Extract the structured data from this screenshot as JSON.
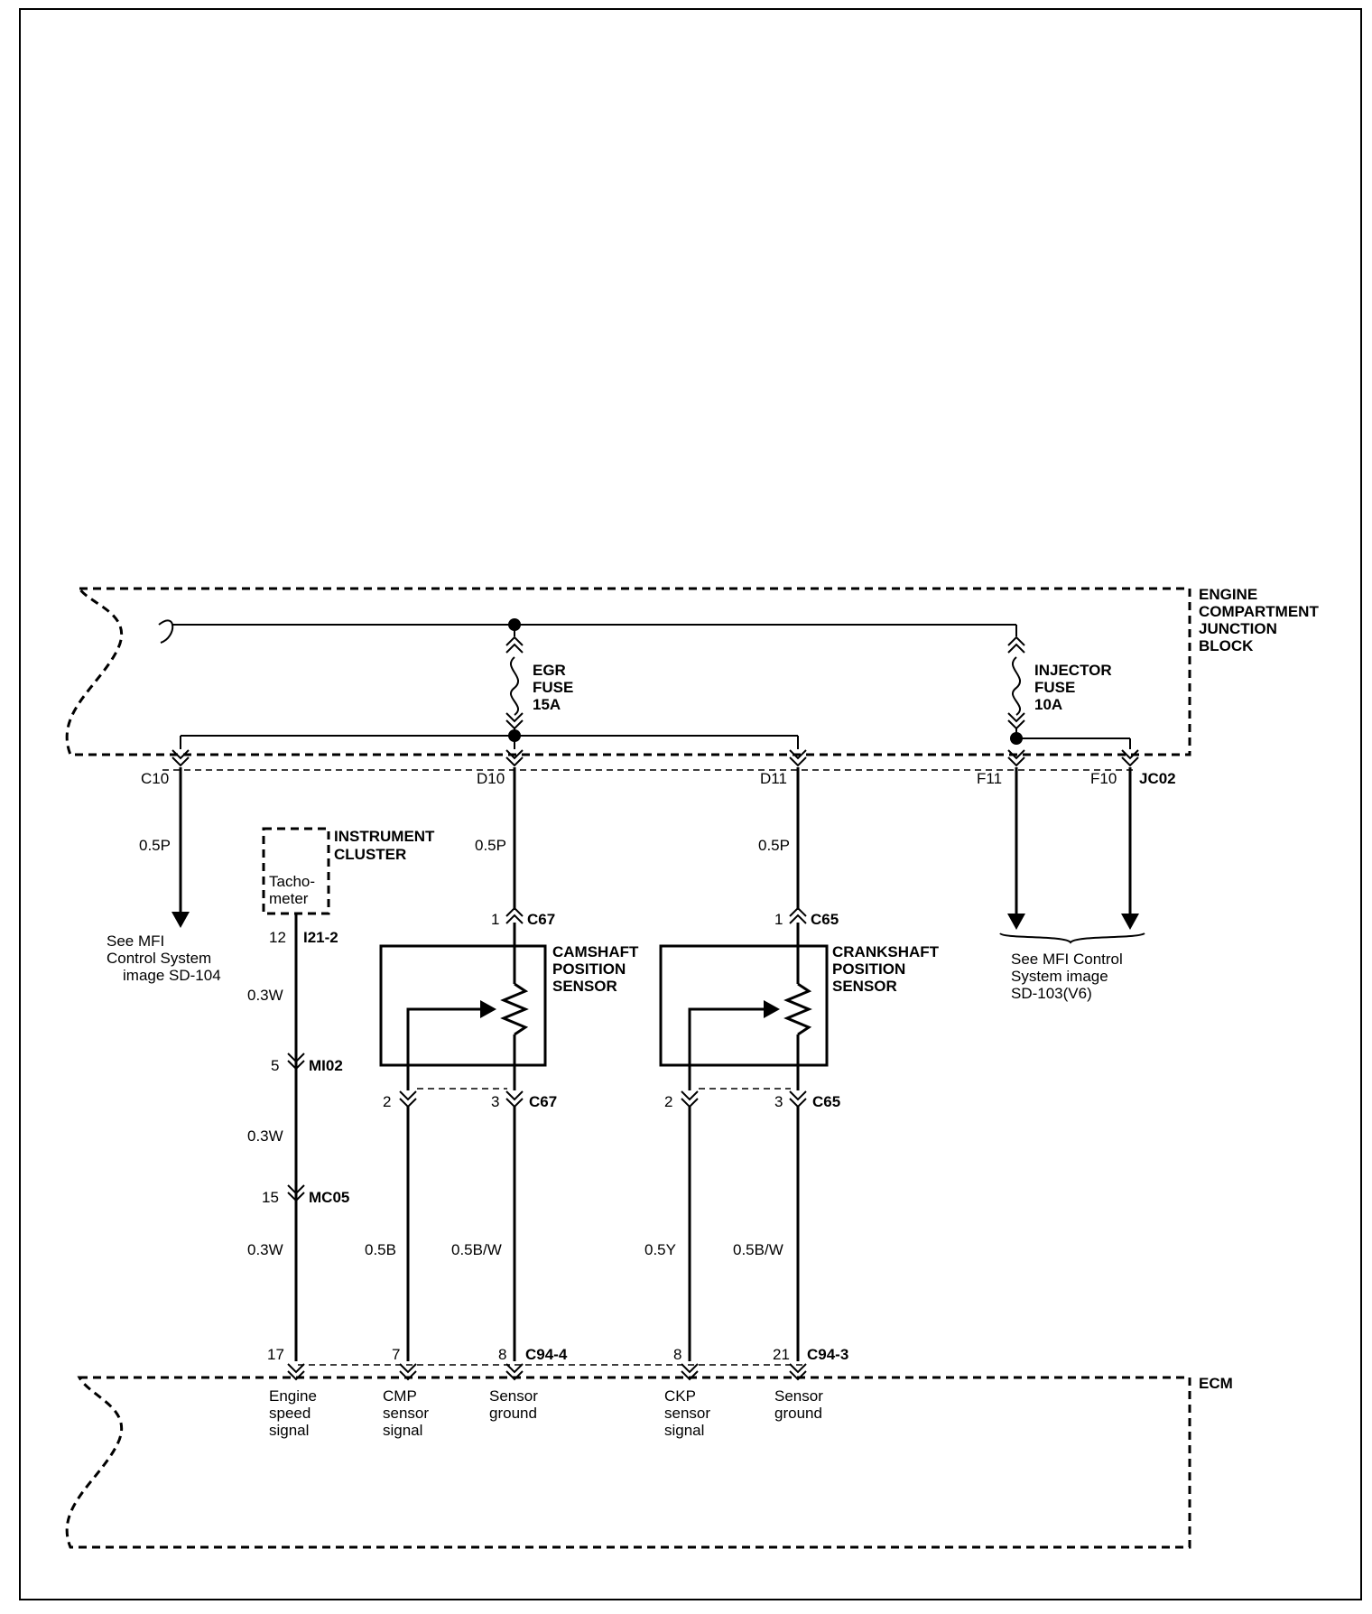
{
  "blocks": {
    "junction_block": [
      "ENGINE",
      "COMPARTMENT",
      "JUNCTION",
      "BLOCK"
    ],
    "ecm": "ECM",
    "instrument_cluster": [
      "INSTRUMENT",
      "CLUSTER"
    ],
    "tachometer": [
      "Tacho-",
      "meter"
    ]
  },
  "fuses": {
    "egr": [
      "EGR",
      "FUSE",
      "15A"
    ],
    "injector": [
      "INJECTOR",
      "FUSE",
      "10A"
    ]
  },
  "connectors": {
    "c10": "C10",
    "d10": "D10",
    "d11": "D11",
    "f11": "F11",
    "f10": "F10",
    "jc02": "JC02",
    "c67": "C67",
    "c65": "C65",
    "i21_2": "I21-2",
    "mi02": "MI02",
    "mc05": "MC05",
    "c94_4": "C94-4",
    "c94_3": "C94-3"
  },
  "pins": {
    "c67_1": "1",
    "c65_1": "1",
    "i21_12": "12",
    "mi02_5": "5",
    "mc05_15": "15",
    "c67_2": "2",
    "c67_3": "3",
    "c65_2": "2",
    "c65_3": "3",
    "ecm_17": "17",
    "ecm_7": "7",
    "ecm_8a": "8",
    "ecm_8b": "8",
    "ecm_21": "21"
  },
  "wires": {
    "c10": "0.5P",
    "d10": "0.5P",
    "d11": "0.5P",
    "tach_a": "0.3W",
    "tach_b": "0.3W",
    "tach_c": "0.3W",
    "cmp": "0.5B",
    "cmp_gnd": "0.5B/W",
    "ckp": "0.5Y",
    "ckp_gnd": "0.5B/W"
  },
  "sensors": {
    "camshaft": [
      "CAMSHAFT",
      "POSITION",
      "SENSOR"
    ],
    "crankshaft": [
      "CRANKSHAFT",
      "POSITION",
      "SENSOR"
    ]
  },
  "references": {
    "sd104": [
      "See MFI",
      "Control System",
      "image SD-104"
    ],
    "sd103": [
      "See MFI Control",
      "System  image",
      "SD-103(V6)"
    ]
  },
  "ecm_signals": {
    "engine_speed": [
      "Engine",
      "speed",
      "signal"
    ],
    "cmp": [
      "CMP",
      "sensor",
      "signal"
    ],
    "sensor_ground_a": [
      "Sensor",
      "ground"
    ],
    "ckp": [
      "CKP",
      "sensor",
      "signal"
    ],
    "sensor_ground_b": [
      "Sensor",
      "ground"
    ]
  }
}
